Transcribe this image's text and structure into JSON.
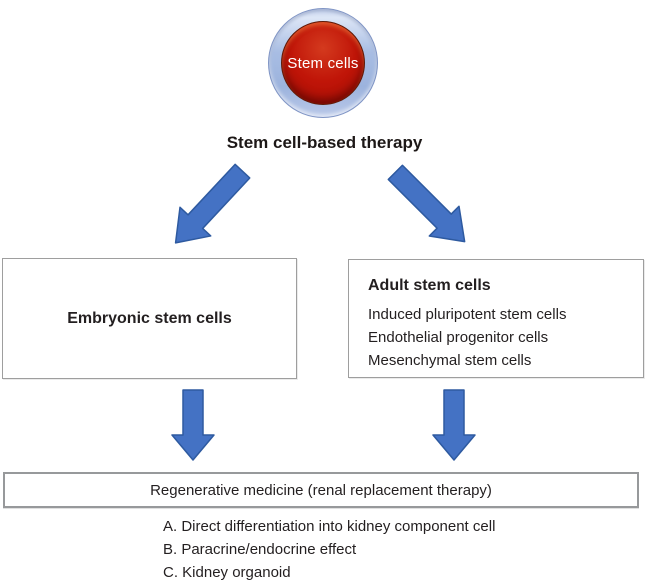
{
  "root_node": {
    "label": "Stem cells"
  },
  "title": "Stem cell-based therapy",
  "left_box": {
    "title": "Embryonic stem cells"
  },
  "right_box": {
    "title": "Adult stem cells",
    "items": [
      "Induced pluripotent stem cells",
      "Endothelial progenitor cells",
      "Mesenchymal stem cells"
    ]
  },
  "outcome_box": {
    "label": "Regenerative medicine (renal replacement therapy)"
  },
  "outcome_items": [
    "A. Direct differentiation into kidney component cell",
    "B. Paracrine/endocrine effect",
    "C. Kidney organoid"
  ],
  "colors": {
    "arrow_fill": "#4472C4",
    "arrow_stroke": "#2E5AA0",
    "ring_blue": "#A8BDE3",
    "core_red": "#BE1407",
    "text": "#231F20",
    "box_border": "#9E9E9E"
  }
}
